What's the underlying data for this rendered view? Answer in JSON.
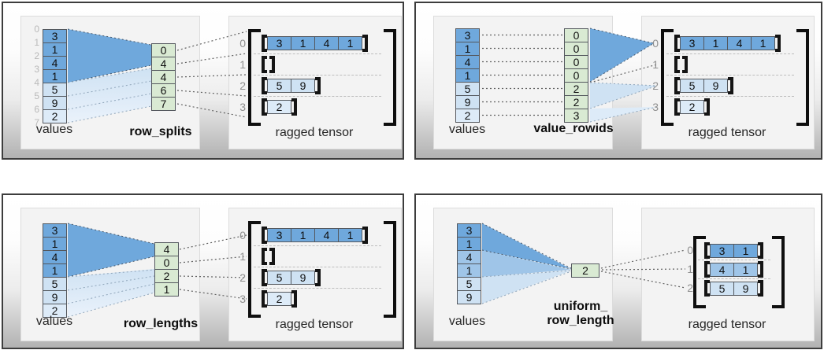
{
  "colors": {
    "dark_blue": "#6fa8dc",
    "mid_blue": "#9fc5e8",
    "light_blue": "#cfe2f3",
    "pale_blue": "#ddebf8",
    "green": "#d9ead3"
  },
  "panels": [
    {
      "name": "row_splits",
      "values_label": "values",
      "encoding_label": "row_splits",
      "ragged_label": "ragged tensor",
      "value_indices": [
        "0",
        "1",
        "2",
        "3",
        "4",
        "5",
        "6",
        "7"
      ],
      "values": [
        {
          "v": "3",
          "shade": "dark_blue"
        },
        {
          "v": "1",
          "shade": "dark_blue"
        },
        {
          "v": "4",
          "shade": "dark_blue"
        },
        {
          "v": "1",
          "shade": "dark_blue"
        },
        {
          "v": "5",
          "shade": "light_blue"
        },
        {
          "v": "9",
          "shade": "light_blue"
        },
        {
          "v": "2",
          "shade": "pale_blue"
        }
      ],
      "encoding": [
        "0",
        "4",
        "4",
        "6",
        "7"
      ],
      "ragged_row_indices": [
        "0",
        "1",
        "2",
        "3"
      ],
      "ragged_rows": [
        [
          {
            "v": "3",
            "shade": "dark_blue"
          },
          {
            "v": "1",
            "shade": "dark_blue"
          },
          {
            "v": "4",
            "shade": "dark_blue"
          },
          {
            "v": "1",
            "shade": "dark_blue"
          }
        ],
        [],
        [
          {
            "v": "5",
            "shade": "light_blue"
          },
          {
            "v": "9",
            "shade": "light_blue"
          }
        ],
        [
          {
            "v": "2",
            "shade": "pale_blue"
          }
        ]
      ]
    },
    {
      "name": "value_rowids",
      "values_label": "values",
      "encoding_label": "value_rowids",
      "ragged_label": "ragged tensor",
      "value_indices": null,
      "values": [
        {
          "v": "3",
          "shade": "dark_blue"
        },
        {
          "v": "1",
          "shade": "dark_blue"
        },
        {
          "v": "4",
          "shade": "dark_blue"
        },
        {
          "v": "1",
          "shade": "dark_blue"
        },
        {
          "v": "5",
          "shade": "light_blue"
        },
        {
          "v": "9",
          "shade": "light_blue"
        },
        {
          "v": "2",
          "shade": "pale_blue"
        }
      ],
      "encoding": [
        "0",
        "0",
        "0",
        "0",
        "2",
        "2",
        "3"
      ],
      "ragged_row_indices": [
        "0",
        "1",
        "2",
        "3"
      ],
      "ragged_rows": [
        [
          {
            "v": "3",
            "shade": "dark_blue"
          },
          {
            "v": "1",
            "shade": "dark_blue"
          },
          {
            "v": "4",
            "shade": "dark_blue"
          },
          {
            "v": "1",
            "shade": "dark_blue"
          }
        ],
        [],
        [
          {
            "v": "5",
            "shade": "light_blue"
          },
          {
            "v": "9",
            "shade": "light_blue"
          }
        ],
        [
          {
            "v": "2",
            "shade": "pale_blue"
          }
        ]
      ]
    },
    {
      "name": "row_lengths",
      "values_label": "values",
      "encoding_label": "row_lengths",
      "ragged_label": "ragged tensor",
      "value_indices": null,
      "values": [
        {
          "v": "3",
          "shade": "dark_blue"
        },
        {
          "v": "1",
          "shade": "dark_blue"
        },
        {
          "v": "4",
          "shade": "dark_blue"
        },
        {
          "v": "1",
          "shade": "dark_blue"
        },
        {
          "v": "5",
          "shade": "light_blue"
        },
        {
          "v": "9",
          "shade": "light_blue"
        },
        {
          "v": "2",
          "shade": "pale_blue"
        }
      ],
      "encoding": [
        "4",
        "0",
        "2",
        "1"
      ],
      "ragged_row_indices": [
        "0",
        "1",
        "2",
        "3"
      ],
      "ragged_rows": [
        [
          {
            "v": "3",
            "shade": "dark_blue"
          },
          {
            "v": "1",
            "shade": "dark_blue"
          },
          {
            "v": "4",
            "shade": "dark_blue"
          },
          {
            "v": "1",
            "shade": "dark_blue"
          }
        ],
        [],
        [
          {
            "v": "5",
            "shade": "light_blue"
          },
          {
            "v": "9",
            "shade": "light_blue"
          }
        ],
        [
          {
            "v": "2",
            "shade": "pale_blue"
          }
        ]
      ]
    },
    {
      "name": "uniform_row_length",
      "values_label": "values",
      "encoding_label": "uniform_\nrow_length",
      "ragged_label": "ragged tensor",
      "value_indices": null,
      "values": [
        {
          "v": "3",
          "shade": "dark_blue"
        },
        {
          "v": "1",
          "shade": "dark_blue"
        },
        {
          "v": "4",
          "shade": "mid_blue"
        },
        {
          "v": "1",
          "shade": "mid_blue"
        },
        {
          "v": "5",
          "shade": "light_blue"
        },
        {
          "v": "9",
          "shade": "light_blue"
        }
      ],
      "encoding": [
        "2"
      ],
      "ragged_row_indices": [
        "0",
        "1",
        "2"
      ],
      "ragged_rows": [
        [
          {
            "v": "3",
            "shade": "dark_blue"
          },
          {
            "v": "1",
            "shade": "dark_blue"
          }
        ],
        [
          {
            "v": "4",
            "shade": "mid_blue"
          },
          {
            "v": "1",
            "shade": "mid_blue"
          }
        ],
        [
          {
            "v": "5",
            "shade": "light_blue"
          },
          {
            "v": "9",
            "shade": "light_blue"
          }
        ]
      ]
    }
  ]
}
